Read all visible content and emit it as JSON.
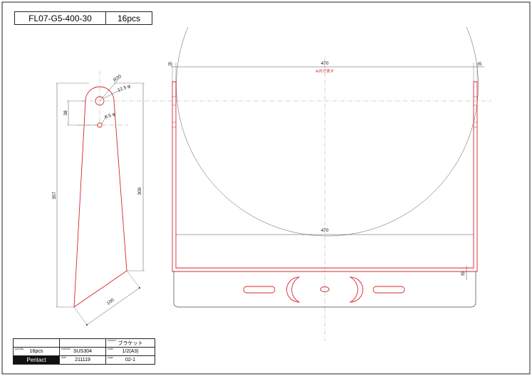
{
  "header": {
    "part_number": "FL07-G5-400-30",
    "quantity": "16pcs"
  },
  "side_view": {
    "dims": {
      "r": "R20",
      "hole_large": "12.5 φ",
      "hole_small": "6.5 φ",
      "d38": "38",
      "d357": "357",
      "d300": "300",
      "d100": "100"
    }
  },
  "front_view": {
    "dims": {
      "t_left": "t5",
      "t_right": "t5",
      "width_top": "470",
      "width_mid": "470",
      "t_bottom": "t5"
    },
    "note": "※内寸表す"
  },
  "title_block": {
    "labels": {
      "quantity": "quantity",
      "material": "material",
      "product": "product",
      "scale": "scale",
      "date": "date",
      "page": "page"
    },
    "quantity": "16pcs",
    "material": "SUS304",
    "product": "ブラケット",
    "scale": "1/2(A3)",
    "brand": "Pentact",
    "date": "211119",
    "page": "02-1"
  },
  "colors": {
    "part": "#d7262e",
    "line": "#222222",
    "center": "#888888"
  }
}
